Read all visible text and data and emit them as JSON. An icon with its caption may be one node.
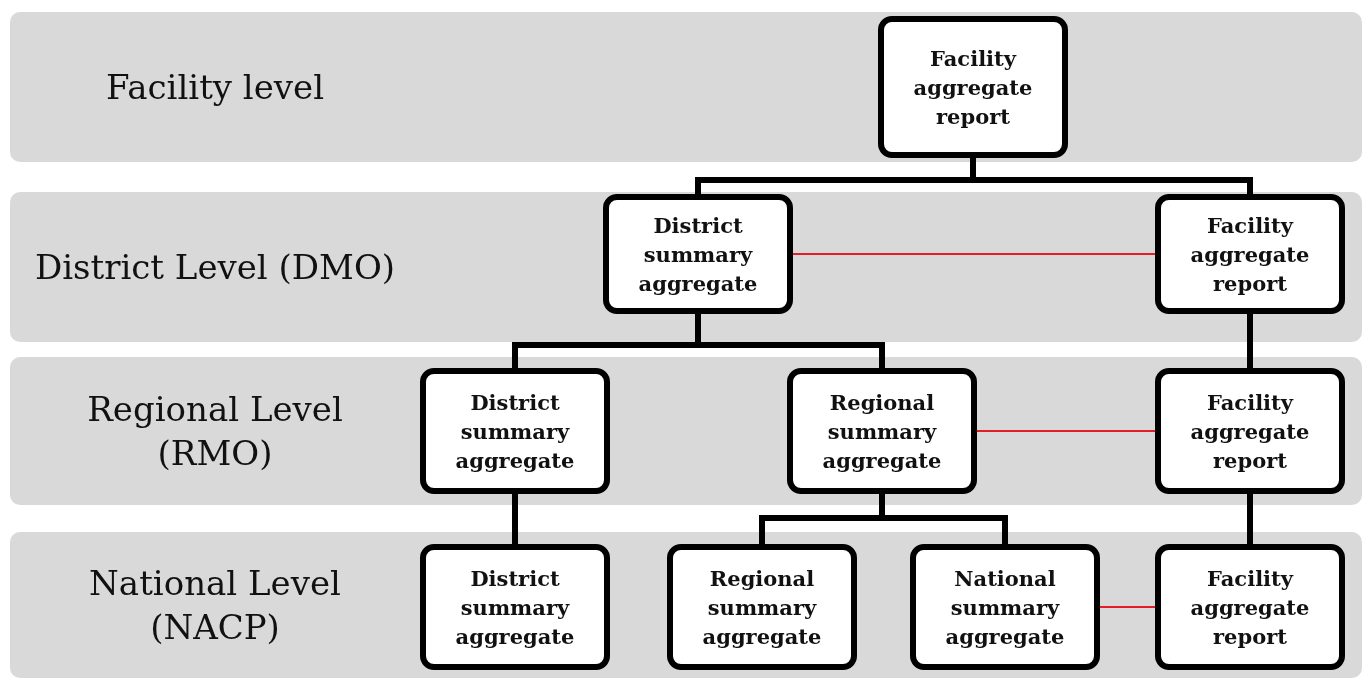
{
  "diagram": {
    "nodes": [
      {
        "text": [
          "Facility level"
        ]
      },
      {
        "text": [
          "Facility aggregate report"
        ],
        "in": 0
      },
      {
        "text": [
          "District Level (DMO)"
        ]
      },
      {
        "text": [
          "District summary aggregate"
        ],
        "in": 2
      },
      {
        "text": [
          "Facility aggregate report"
        ],
        "in": 2
      },
      {
        "text": [
          "Regional Level (RMO)"
        ]
      },
      {
        "text": [
          "District summary aggregate"
        ],
        "in": 5
      },
      {
        "text": [
          "Regional summary aggregate"
        ],
        "in": 5
      },
      {
        "text": [
          "Facility aggregate report"
        ],
        "in": 5
      },
      {
        "text": [
          "National Level (NACP)"
        ]
      },
      {
        "text": [
          "District summary aggregate"
        ],
        "in": 9
      },
      {
        "text": [
          "Regional summary aggregate"
        ],
        "in": 9
      },
      {
        "text": [
          "National summary aggregate"
        ],
        "in": 9
      },
      {
        "text": [
          "Facility aggregate report"
        ],
        "in": 9
      }
    ],
    "edges": [
      {
        "from": 1,
        "to": 3,
        "arrow": "none"
      },
      {
        "from": 1,
        "to": 4,
        "arrow": "none"
      },
      {
        "from": 3,
        "to": 4,
        "arrow": "none",
        "color": "#e31e24"
      },
      {
        "from": 3,
        "to": 6,
        "arrow": "none"
      },
      {
        "from": 3,
        "to": 7,
        "arrow": "none"
      },
      {
        "from": 4,
        "to": 8,
        "arrow": "none"
      },
      {
        "from": 7,
        "to": 8,
        "arrow": "none",
        "color": "#e31e24"
      },
      {
        "from": 6,
        "to": 10,
        "arrow": "none"
      },
      {
        "from": 7,
        "to": 11,
        "arrow": "none"
      },
      {
        "from": 7,
        "to": 12,
        "arrow": "none"
      },
      {
        "from": 8,
        "to": 13,
        "arrow": "none"
      },
      {
        "from": 12,
        "to": 13,
        "arrow": "none",
        "color": "#e31e24"
      }
    ]
  }
}
